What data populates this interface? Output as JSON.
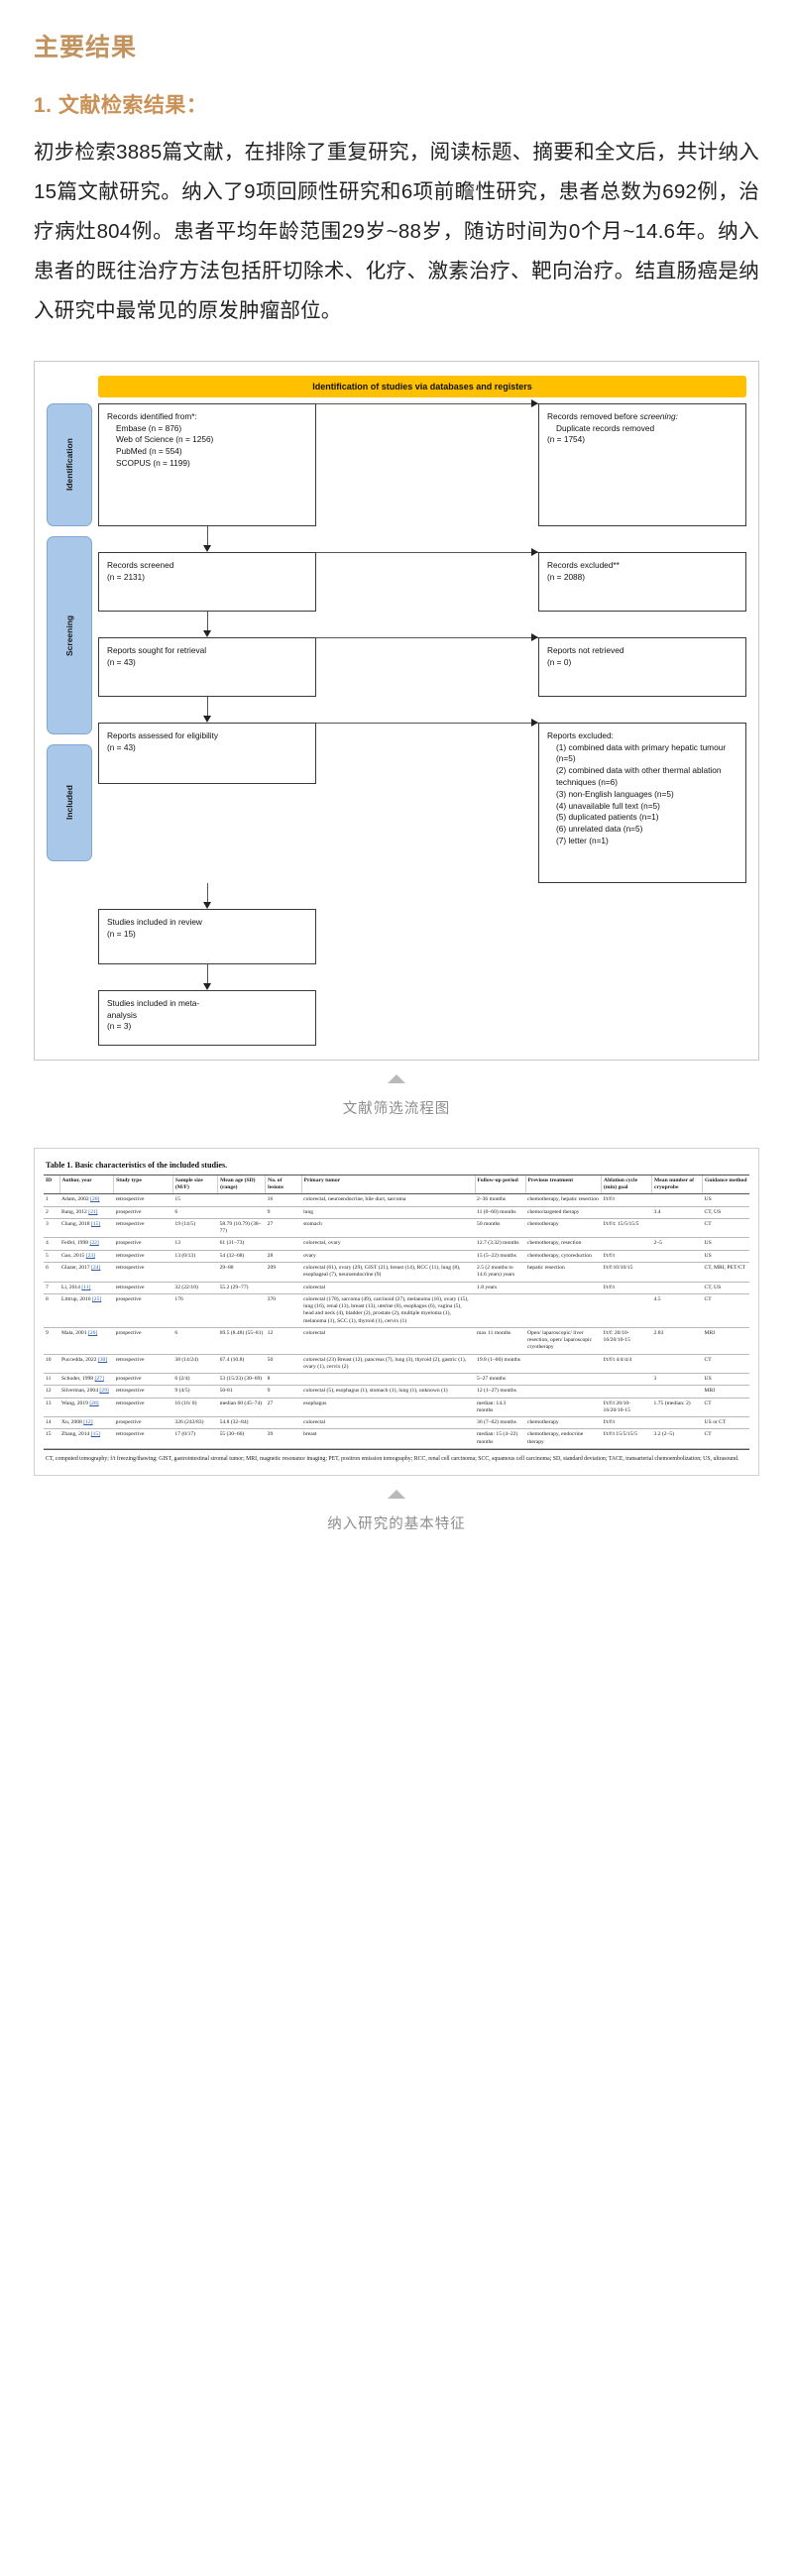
{
  "article": {
    "main_title": "主要结果",
    "section_title": "1. 文献检索结果：",
    "body": "初步检索3885篇文献，在排除了重复研究，阅读标题、摘要和全文后，共计纳入15篇文献研究。纳入了9项回顾性研究和6项前瞻性研究，患者总数为692例，治疗病灶804例。患者平均年龄范围29岁~88岁，随访时间为0个月~14.6年。纳入患者的既往治疗方法包括肝切除术、化疗、激素治疗、靶向治疗。结直肠癌是纳入研究中最常见的原发肿瘤部位。"
  },
  "figure1": {
    "caption": "文献筛选流程图",
    "banner": "Identification of studies via databases and registers",
    "lanes": {
      "identification": "Identification",
      "screening": "Screening",
      "included": "Included"
    },
    "boxes": {
      "identified": {
        "title": "Records identified from*:",
        "lines": [
          "Embase (n = 876)",
          "Web of Science (n = 1256)",
          "PubMed (n = 554)",
          "SCOPUS (n = 1199)"
        ]
      },
      "removed": {
        "title": "Records removed before",
        "title2": "screening:",
        "lines": [
          "Duplicate records removed",
          "(n = 1754)"
        ]
      },
      "screened": {
        "l1": "Records screened",
        "l2": "(n = 2131)"
      },
      "excluded": {
        "l1": "Records excluded**",
        "l2": "(n = 2088)"
      },
      "sought": {
        "l1": "Reports sought for retrieval",
        "l2": "(n = 43)"
      },
      "not_retrieved": {
        "l1": "Reports not retrieved",
        "l2": "(n = 0)"
      },
      "assessed": {
        "l1": "Reports assessed for eligibility",
        "l2": "(n = 43)"
      },
      "reports_excluded": {
        "title": "Reports excluded:",
        "lines": [
          "(1) combined data with primary hepatic tumour (n=5)",
          "(2) combined data with other thermal ablation techniques (n=6)",
          "(3) non-English languages (n=5)",
          "(4) unavailable full text (n=5)",
          "(5) duplicated patients (n=1)",
          "(6) unrelated data (n=5)",
          "(7) letter (n=1)"
        ]
      },
      "included_review": {
        "l1": "Studies included in review",
        "l2": "(n = 15)"
      },
      "included_meta": {
        "l1": "Studies included in meta-",
        "l2": "analysis",
        "l3": "(n = 3)"
      }
    }
  },
  "table1": {
    "caption": "纳入研究的基本特征",
    "title": "Table 1.  Basic characteristics of the included studies.",
    "headers": [
      "ID",
      "Author, year",
      "Study type",
      "Sample size (M/F)",
      "Mean age (SD) (range)",
      "No. of lesions",
      "Primary tumor",
      "Follow-up period",
      "Previous treatment",
      "Ablation cycle (min) goal",
      "Mean number of cryoprobe",
      "Guidance method"
    ],
    "rows": [
      {
        "id": "1",
        "author": "Adam, 2002",
        "ref": "[20]",
        "type": "retrospective",
        "sample": "15",
        "age": "",
        "lesions": "16",
        "tumor": "colorectal, neuroendocrine, bile duct, sarcoma",
        "followup": "2–36 months",
        "previous": "chemotherapy, hepatic resection",
        "cycle": "f/t/f/t",
        "probes": "",
        "guidance": "US"
      },
      {
        "id": "2",
        "author": "Bang, 2012",
        "ref": "[21]",
        "type": "prospective",
        "sample": "6",
        "age": "",
        "lesions": "9",
        "tumor": "lung",
        "followup": "11 (0–60) months",
        "previous": "chemo/targeted therapy",
        "cycle": "",
        "probes": "3.4",
        "guidance": "CT, US"
      },
      {
        "id": "3",
        "author": "Chang, 2018",
        "ref": "[15]",
        "type": "retrospective",
        "sample": "19 (14/5)",
        "age": "58.79 (10.79) (38–77)",
        "lesions": "27",
        "tumor": "stomach",
        "followup": "50 months",
        "previous": "chemotherapy",
        "cycle": "f/t/f/t: 15/5/15/5",
        "probes": "",
        "guidance": "CT"
      },
      {
        "id": "4",
        "author": "Feifel, 1998",
        "ref": "[22]",
        "type": "prospective",
        "sample": "13",
        "age": "61 (31–73)",
        "lesions": "",
        "tumor": "colorectal, ovary",
        "followup": "12.7 (3.32) months",
        "previous": "chemotherapy, resection",
        "cycle": "",
        "probes": "2–5",
        "guidance": "US"
      },
      {
        "id": "5",
        "author": "Gao, 2015",
        "ref": "[23]",
        "type": "retrospective",
        "sample": "13 (0/13)",
        "age": "54 (32–68)",
        "lesions": "28",
        "tumor": "ovary",
        "followup": "15 (5–22) months",
        "previous": "chemotherapy, cytoreduction",
        "cycle": "f/t/f/t",
        "probes": "",
        "guidance": "US"
      },
      {
        "id": "6",
        "author": "Glazer, 2017",
        "ref": "[24]",
        "type": "retrospective",
        "sample": "",
        "age": "29–88",
        "lesions": "209",
        "tumor": "colorectal (61), ovary (29), GIST (21), breast (14), RCC (11), lung (8), esophageal (7), neuroendocrine (9)",
        "followup": "2.5 (2 months to 14.6 years) years",
        "previous": "hepatic resection",
        "cycle": "f/t/f:10/10/15",
        "probes": "",
        "guidance": "CT, MRI, PET/CT"
      },
      {
        "id": "7",
        "author": "Li, 2014",
        "ref": "[11]",
        "type": "retrospective",
        "sample": "32 (22/10)",
        "age": "55.2 (29–77)",
        "lesions": "",
        "tumor": "colorectal",
        "followup": "1.8 years",
        "previous": "",
        "cycle": "f/t/f/t",
        "probes": "",
        "guidance": "CT, US"
      },
      {
        "id": "8",
        "author": "Littrup, 2016",
        "ref": "[25]",
        "type": "prospective",
        "sample": "176",
        "age": "",
        "lesions": "370",
        "tumor": "colorectal (178), sarcoma (49), carcinoid (27), melanoma (16), ovary (15), lung (16), renal (13), breast (13), uterine (8), esophagus (6), vagina (5), head and neck (4), bladder (2), prostate (2), multiple myeloma (1), melanoma (1), SCC (1), thyroid (1), cervix (1)",
        "followup": "",
        "previous": "",
        "cycle": "",
        "probes": "4.5",
        "guidance": "CT"
      },
      {
        "id": "9",
        "author": "Mala, 2001",
        "ref": "[26]",
        "type": "prospective",
        "sample": "6",
        "age": "69.5 (8.48) (55–81)",
        "lesions": "12",
        "tumor": "colorectal",
        "followup": "max 11 months",
        "previous": "Open/ laparoscopic/ liver resection, open/ laparoscopic cryotherapy",
        "cycle": "f/t/f: 20/10-16/20/10-15",
        "probes": "2.83",
        "guidance": "MRI"
      },
      {
        "id": "10",
        "author": "Puccedda, 2022",
        "ref": "[30]",
        "type": "retrospective",
        "sample": "38 (14/24)",
        "age": "67.4 (10.8)",
        "lesions": "50",
        "tumor": "colorectal (23) Breast (12), pancreas (7), lung (3), thyroid (2), gastric (1), ovary (1), cervix (2)",
        "followup": "19.8 (1–60) months",
        "previous": "",
        "cycle": "f/t/f/t 4/4/4/4",
        "probes": "",
        "guidance": "CT"
      },
      {
        "id": "11",
        "author": "Schuder, 1998",
        "ref": "[27]",
        "type": "prospective",
        "sample": "6 (2/4)",
        "age": "53 (15/23) (30–69)",
        "lesions": "8",
        "tumor": "",
        "followup": "5–27 months",
        "previous": "",
        "cycle": "",
        "probes": "3",
        "guidance": "US"
      },
      {
        "id": "12",
        "author": "Silverman, 2004",
        "ref": "[29]",
        "type": "retrospective",
        "sample": "9 (4/5)",
        "age": "50-81",
        "lesions": "9",
        "tumor": "colorectal (5), esophagus (1), stomach (1), lung (1), unknown (1)",
        "followup": "12 (1–27) months",
        "previous": "",
        "cycle": "",
        "probes": "",
        "guidance": "MRI"
      },
      {
        "id": "13",
        "author": "Wang, 2019",
        "ref": "[28]",
        "type": "retrospective",
        "sample": "16 (16/ 0)",
        "age": "median 60 (45–74)",
        "lesions": "27",
        "tumor": "esophagus",
        "followup": "median: 14.3 months",
        "previous": "",
        "cycle": "f/t/f/t 20/10-16/20/10-15",
        "probes": "1.75 (median: 2)",
        "guidance": "CT"
      },
      {
        "id": "14",
        "author": "Xu, 2008",
        "ref": "[12]",
        "type": "prospective",
        "sample": "326 (243/83)",
        "age": "54.8 (32–84)",
        "lesions": "",
        "tumor": "colorectal",
        "followup": "36 (7–62) months",
        "previous": "chemotherapy",
        "cycle": "f/t/f/t",
        "probes": "",
        "guidance": "US or CT"
      },
      {
        "id": "15",
        "author": "Zhang, 2014",
        "ref": "[15]",
        "type": "retrospective",
        "sample": "17 (0/17)",
        "age": "55 (30–66)",
        "lesions": "39",
        "tumor": "breast",
        "followup": "median: 15 (4–22) months",
        "previous": "chemotherapy, endocrine therapy",
        "cycle": "f/t/f/t 15/5/15/5",
        "probes": "3.2 (2–5)",
        "guidance": "CT"
      }
    ],
    "footnote": "CT, computed tomography; f/t freezing/thawing; GIST, gastrointestinal stromal tumor; MRI, magnetic resonance imaging; PET, positron emission tomography; RCC, renal cell carcinoma; SCC, squamous cell carcinoma; SD, standard deviation; TACE, transarterial chemoembolization; US, ultrasound."
  }
}
